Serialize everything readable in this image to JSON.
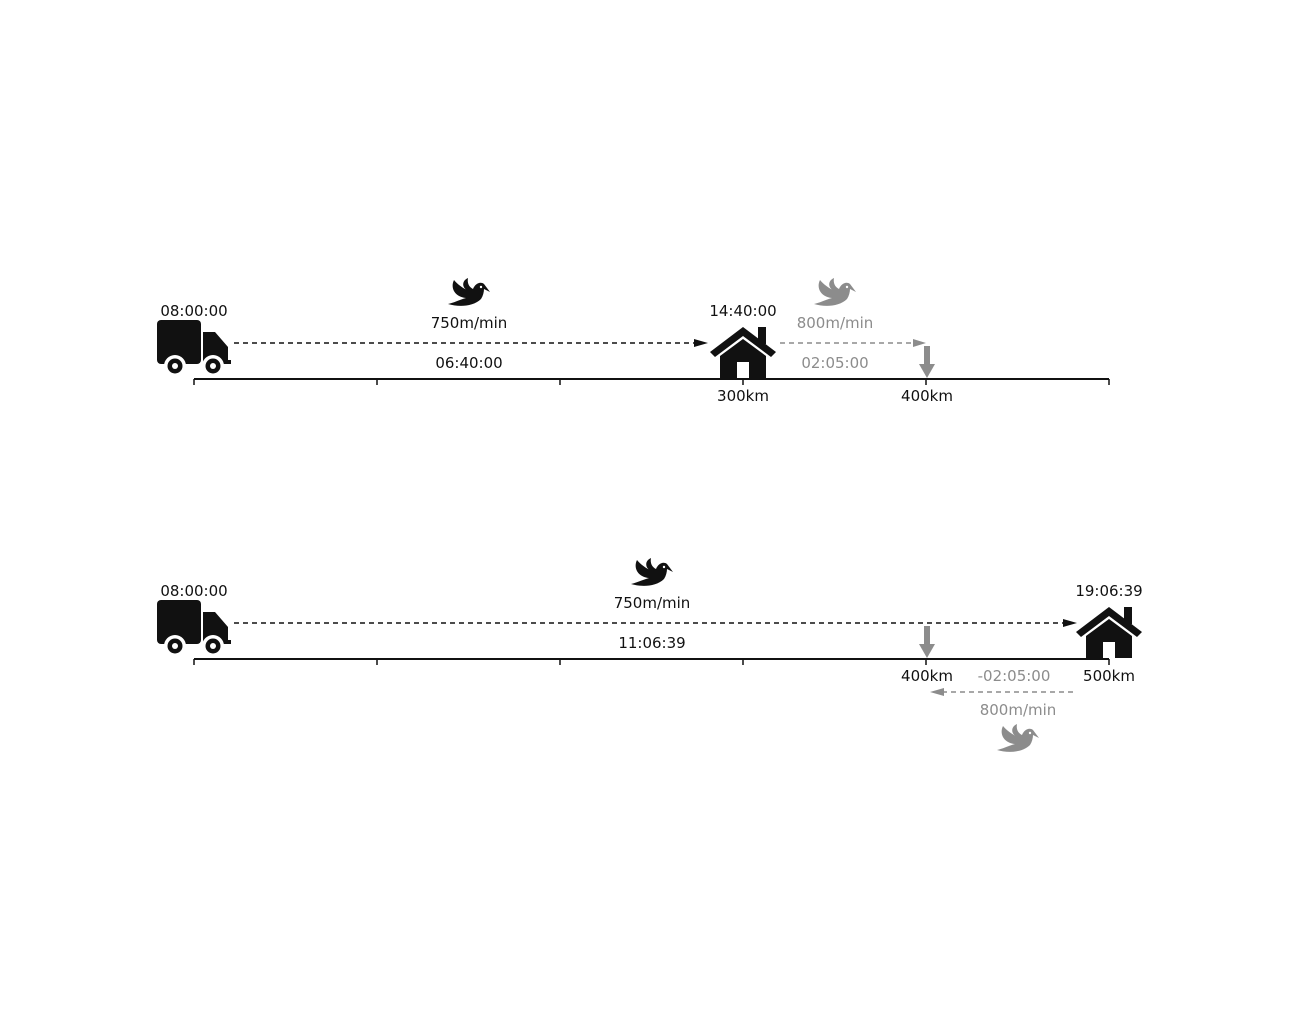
{
  "colors": {
    "primary": "#111111",
    "secondary": "#8c8c8c",
    "background": "#ffffff"
  },
  "icons": {
    "vehicle": "truck-icon",
    "destination": "house-icon",
    "carrier": "dove-icon",
    "marker": "down-arrow-icon"
  },
  "scenarios": [
    {
      "start": {
        "time": "08:00:00"
      },
      "outbound": {
        "speed": "750m/min",
        "duration": "06:40:00"
      },
      "arrival": {
        "time": "14:40:00",
        "distance": "300km"
      },
      "extension": {
        "speed": "800m/min",
        "duration": "02:05:00"
      },
      "marker": {
        "distance": "400km"
      }
    },
    {
      "start": {
        "time": "08:00:00"
      },
      "outbound": {
        "speed": "750m/min",
        "duration": "11:06:39"
      },
      "arrival": {
        "time": "19:06:39",
        "distance": "500km"
      },
      "return": {
        "speed": "800m/min",
        "duration": "-02:05:00"
      },
      "marker": {
        "distance": "400km"
      }
    }
  ]
}
